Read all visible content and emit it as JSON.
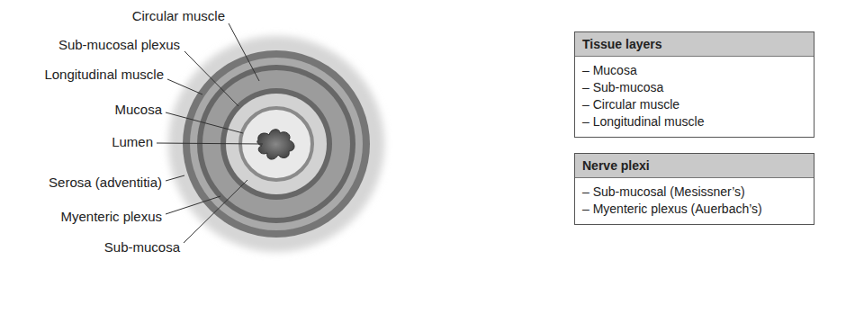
{
  "diagram": {
    "nodes": [
      {
        "text": [
          "Tissue layers",
          "– Mucosa",
          "– Sub-mucosa",
          "– Circular muscle",
          "– Longitudinal muscle"
        ]
      },
      {
        "text": [
          "Nerve plexi",
          "– Sub-mucosal (Mesissner’s)",
          "– Myenteric plexus (Auerbach’s)"
        ]
      }
    ],
    "labels": [
      "Circular muscle",
      "Sub-mucosal plexus",
      "Longitudinal muscle",
      "Mucosa",
      "Lumen",
      "Serosa (adventitia)",
      "Myenteric plexus",
      "Sub-mucosa"
    ]
  }
}
